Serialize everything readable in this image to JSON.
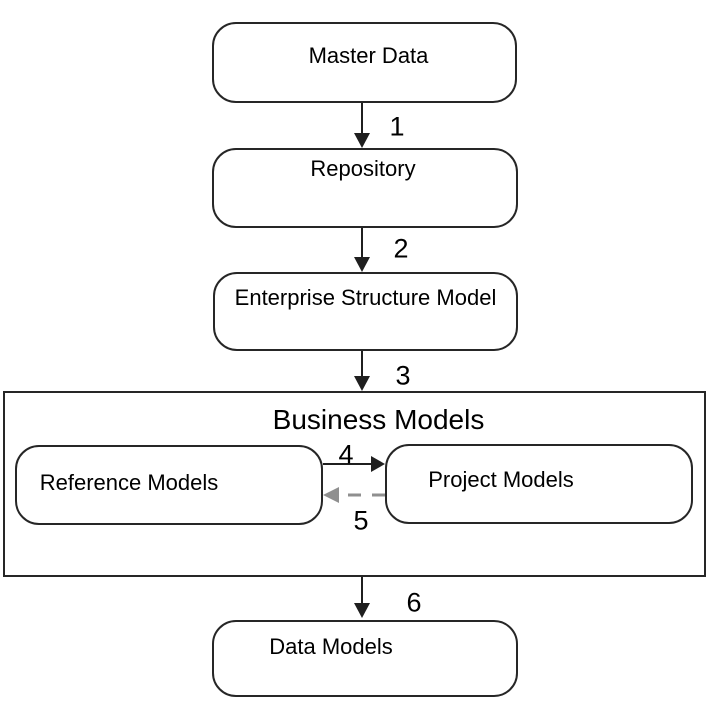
{
  "diagram": {
    "background": "#ffffff",
    "nodes": {
      "master_data": {
        "label": "Master Data",
        "shape": "rounded-rect"
      },
      "repository": {
        "label": "Repository",
        "shape": "rounded-rect"
      },
      "enterprise_structure_model": {
        "label": "Enterprise Structure Model",
        "shape": "rounded-rect"
      },
      "business_models": {
        "label": "Business Models",
        "shape": "rect-container"
      },
      "reference_models": {
        "label": "Reference Models",
        "shape": "rounded-rect"
      },
      "project_models": {
        "label": "Project Models",
        "shape": "rounded-rect"
      },
      "data_models": {
        "label": "Data Models",
        "shape": "rounded-rect"
      }
    },
    "edges": [
      {
        "label": "1",
        "from": "Master Data",
        "to": "Repository",
        "style": "solid",
        "direction": "down"
      },
      {
        "label": "2",
        "from": "Repository",
        "to": "Enterprise Structure Model",
        "style": "solid",
        "direction": "down"
      },
      {
        "label": "3",
        "from": "Enterprise Structure Model",
        "to": "Business Models",
        "style": "solid",
        "direction": "down"
      },
      {
        "label": "4",
        "from": "Reference Models",
        "to": "Project Models",
        "style": "solid",
        "direction": "right"
      },
      {
        "label": "5",
        "from": "Project Models",
        "to": "Reference Models",
        "style": "dashed",
        "direction": "left"
      },
      {
        "label": "6",
        "from": "Business Models",
        "to": "Data Models",
        "style": "solid",
        "direction": "down"
      }
    ],
    "colors": {
      "solid_arrow": "#1f1f1f",
      "dashed_arrow": "#8f8f8f",
      "box_border": "#262626",
      "box_fill": "#ffffff",
      "text": "#000000"
    }
  }
}
